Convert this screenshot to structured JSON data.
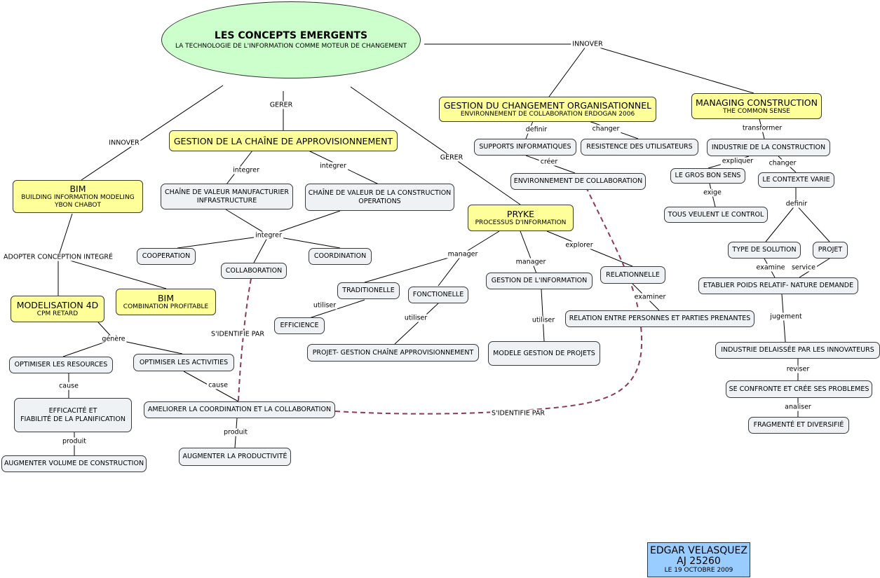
{
  "root": {
    "title": "LES CONCEPTS EMERGENTS",
    "subtitle": "LA TECHNOLOGIE DE L'INFORMATION COMME MOTEUR DE CHANGEMENT"
  },
  "topics": {
    "bim": {
      "title": "BIM",
      "line1": "BUILDING INFORMATION MODELING",
      "line2": "YBON CHABOT"
    },
    "supply": {
      "title": "GESTION DE LA CHAÎNE DE APPROVISIONNEMENT"
    },
    "change": {
      "title": "GESTION DU CHANGEMENT ORGANISATIONNEL",
      "subtitle": "ENVIRONNEMENT DE COLLABORATION ERDOGAN 2006"
    },
    "managing": {
      "title": "MANAGING CONSTRUCTION",
      "subtitle": "THE COMMON SENSE"
    },
    "pryke": {
      "title": "PRYKE",
      "subtitle": "PROCESSUS D'INFORMATION"
    },
    "model4d": {
      "title": "MODELISATION 4D",
      "subtitle": "CPM RETARD"
    },
    "bim2": {
      "title": "BIM",
      "subtitle": "COMBINATION PROFITABLE"
    }
  },
  "concepts": {
    "chaine_manuf": {
      "line1": "CHAÎNE DE VALEUR MANUFACTURIER",
      "line2": "INFRASTRUCTURE"
    },
    "chaine_constr": {
      "line1": "CHAÎNE DE VALEUR DE LA CONSTRUCTION",
      "line2": "OPERATIONS"
    },
    "cooperation": "COOPERATION",
    "collaboration": "COLLABORATION",
    "coordination": "COORDINATION",
    "traditionelle": "TRADITIONELLE",
    "fonctionelle": "FONCTIONELLE",
    "efficience": "EFFICIENCE",
    "projet_gestion": "PROJET- GESTION CHAÎNE APPROVISIONNEMENT",
    "gestion_info": "GESTION DE L'INFORMATION",
    "modele_gestion": "MODELE GESTION DE PROJETS",
    "relationnelle": "RELATIONNELLE",
    "relation_parties": "RELATION ENTRE PERSONNES ET PARTIES PRENANTES",
    "supports": "SUPPORTS INFORMATIQUES",
    "resistence": "RESISTENCE DES UTILISATEURS",
    "environnement": "ENVIRONNEMENT DE COLLABORATION",
    "industrie_constr": "INDUSTRIE DE LA CONSTRUCTION",
    "gros_bon_sens": "LE GROS BON SENS",
    "contexte": "LE CONTEXTE VARIE",
    "control": "TOUS VEULENT LE CONTROL",
    "type_solution": "TYPE DE SOLUTION",
    "projet": "PROJET",
    "etablier": "ETABLIER POIDS RELATIF- NATURE DEMANDE",
    "industrie_delaissee": "INDUSTRIE DELAISSÉE PAR LES INNOVATEURS",
    "confronte": "SE CONFRONTE ET CRÉE SES PROBLEMES",
    "fragmente": "FRAGMENTÉ ET DIVERSIFIÉ",
    "optimiser_res": "OPTIMISER LES RESOURCES",
    "optimiser_act": "OPTIMISER LES ACTIVITIES",
    "efficacite": {
      "line1": "EFFICACITÉ ET",
      "line2": "FIABILITÉ DE LA PLANIFICATION"
    },
    "augmenter_vol": "AUGMENTER VOLUME DE CONSTRUCTION",
    "ameliorer": "AMELIORER LA COORDINATION ET LA COLLABORATION",
    "augmenter_prod": "AUGMENTER LA PRODUCTIVITÉ"
  },
  "link_labels": {
    "innover_top": "INNOVER",
    "innover_left": "INNOVER",
    "gerer_supply": "GERER",
    "gerer_pryke": "GERER",
    "integrer1": "integrer",
    "integrer2": "integrer",
    "integrer3": "integrer",
    "adopter": "ADOPTER CONCEPTION INTEGRÉ",
    "genere": "génère",
    "cause1": "cause",
    "cause2": "cause",
    "produit1": "produit",
    "produit2": "produit",
    "identifie1": "S'IDENTIFIE PAR",
    "identifie2": "S'IDENTIFIE PAR",
    "manager1": "manager",
    "manager2": "manager",
    "explorer": "explorer",
    "utiliser1": "utiliser",
    "utiliser2": "utiliser",
    "utiliser3": "utiliser",
    "examiner": "examiner",
    "definir1": "definir",
    "changer1": "changer",
    "creer": "créer",
    "transformer": "transformer",
    "expliquer": "expliquer",
    "changer2": "changer",
    "exige": "exige",
    "definir2": "definir",
    "examine": "examine",
    "service": "service",
    "jugement": "jugement",
    "reviser": "reviser",
    "analiser": "analiser"
  },
  "author": {
    "name": "EDGAR VELASQUEZ",
    "id": "AJ 25260",
    "date": "LE 19 OCTOBRE 2009"
  },
  "colors": {
    "root": "#ccffcc",
    "topic": "#ffff99",
    "concept": "#eef2f5",
    "author": "#99ccff",
    "cross_link": "#8b3a5a"
  }
}
